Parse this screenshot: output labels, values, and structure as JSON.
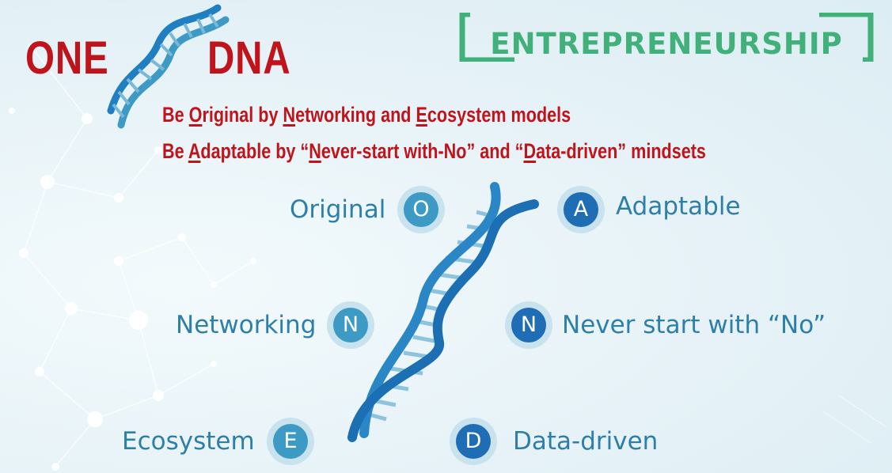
{
  "title": {
    "left_word": "ONE",
    "right_word": "DNA"
  },
  "banner": {
    "text": "ENTREPRENEURSHIP"
  },
  "taglines": [
    {
      "pre": "Be ",
      "u1": "O",
      "mid1": "riginal by ",
      "u2": "N",
      "mid2": "etworking and ",
      "u3": "E",
      "post": "cosystem models"
    },
    {
      "pre": "Be ",
      "u1": "A",
      "mid1": "daptable by “",
      "u2": "N",
      "mid2": "ever-start with-No” and “",
      "u3": "D",
      "post": "ata-driven” mindsets"
    }
  ],
  "left_items": [
    {
      "letter": "O",
      "label": "Original"
    },
    {
      "letter": "N",
      "label": "Networking"
    },
    {
      "letter": "E",
      "label": "Ecosystem"
    }
  ],
  "right_items": [
    {
      "letter": "A",
      "label": "Adaptable"
    },
    {
      "letter": "N",
      "label": "Never start with “No”"
    },
    {
      "letter": "D",
      "label": "Data-driven"
    }
  ],
  "colors": {
    "title_red": "#c0141c",
    "banner_green": "#42b07a",
    "label_blue": "#2d7fa8",
    "badge_left": "#3d9ac4",
    "badge_right": "#1f6db5",
    "helix_blue": "#1f7fc0"
  }
}
